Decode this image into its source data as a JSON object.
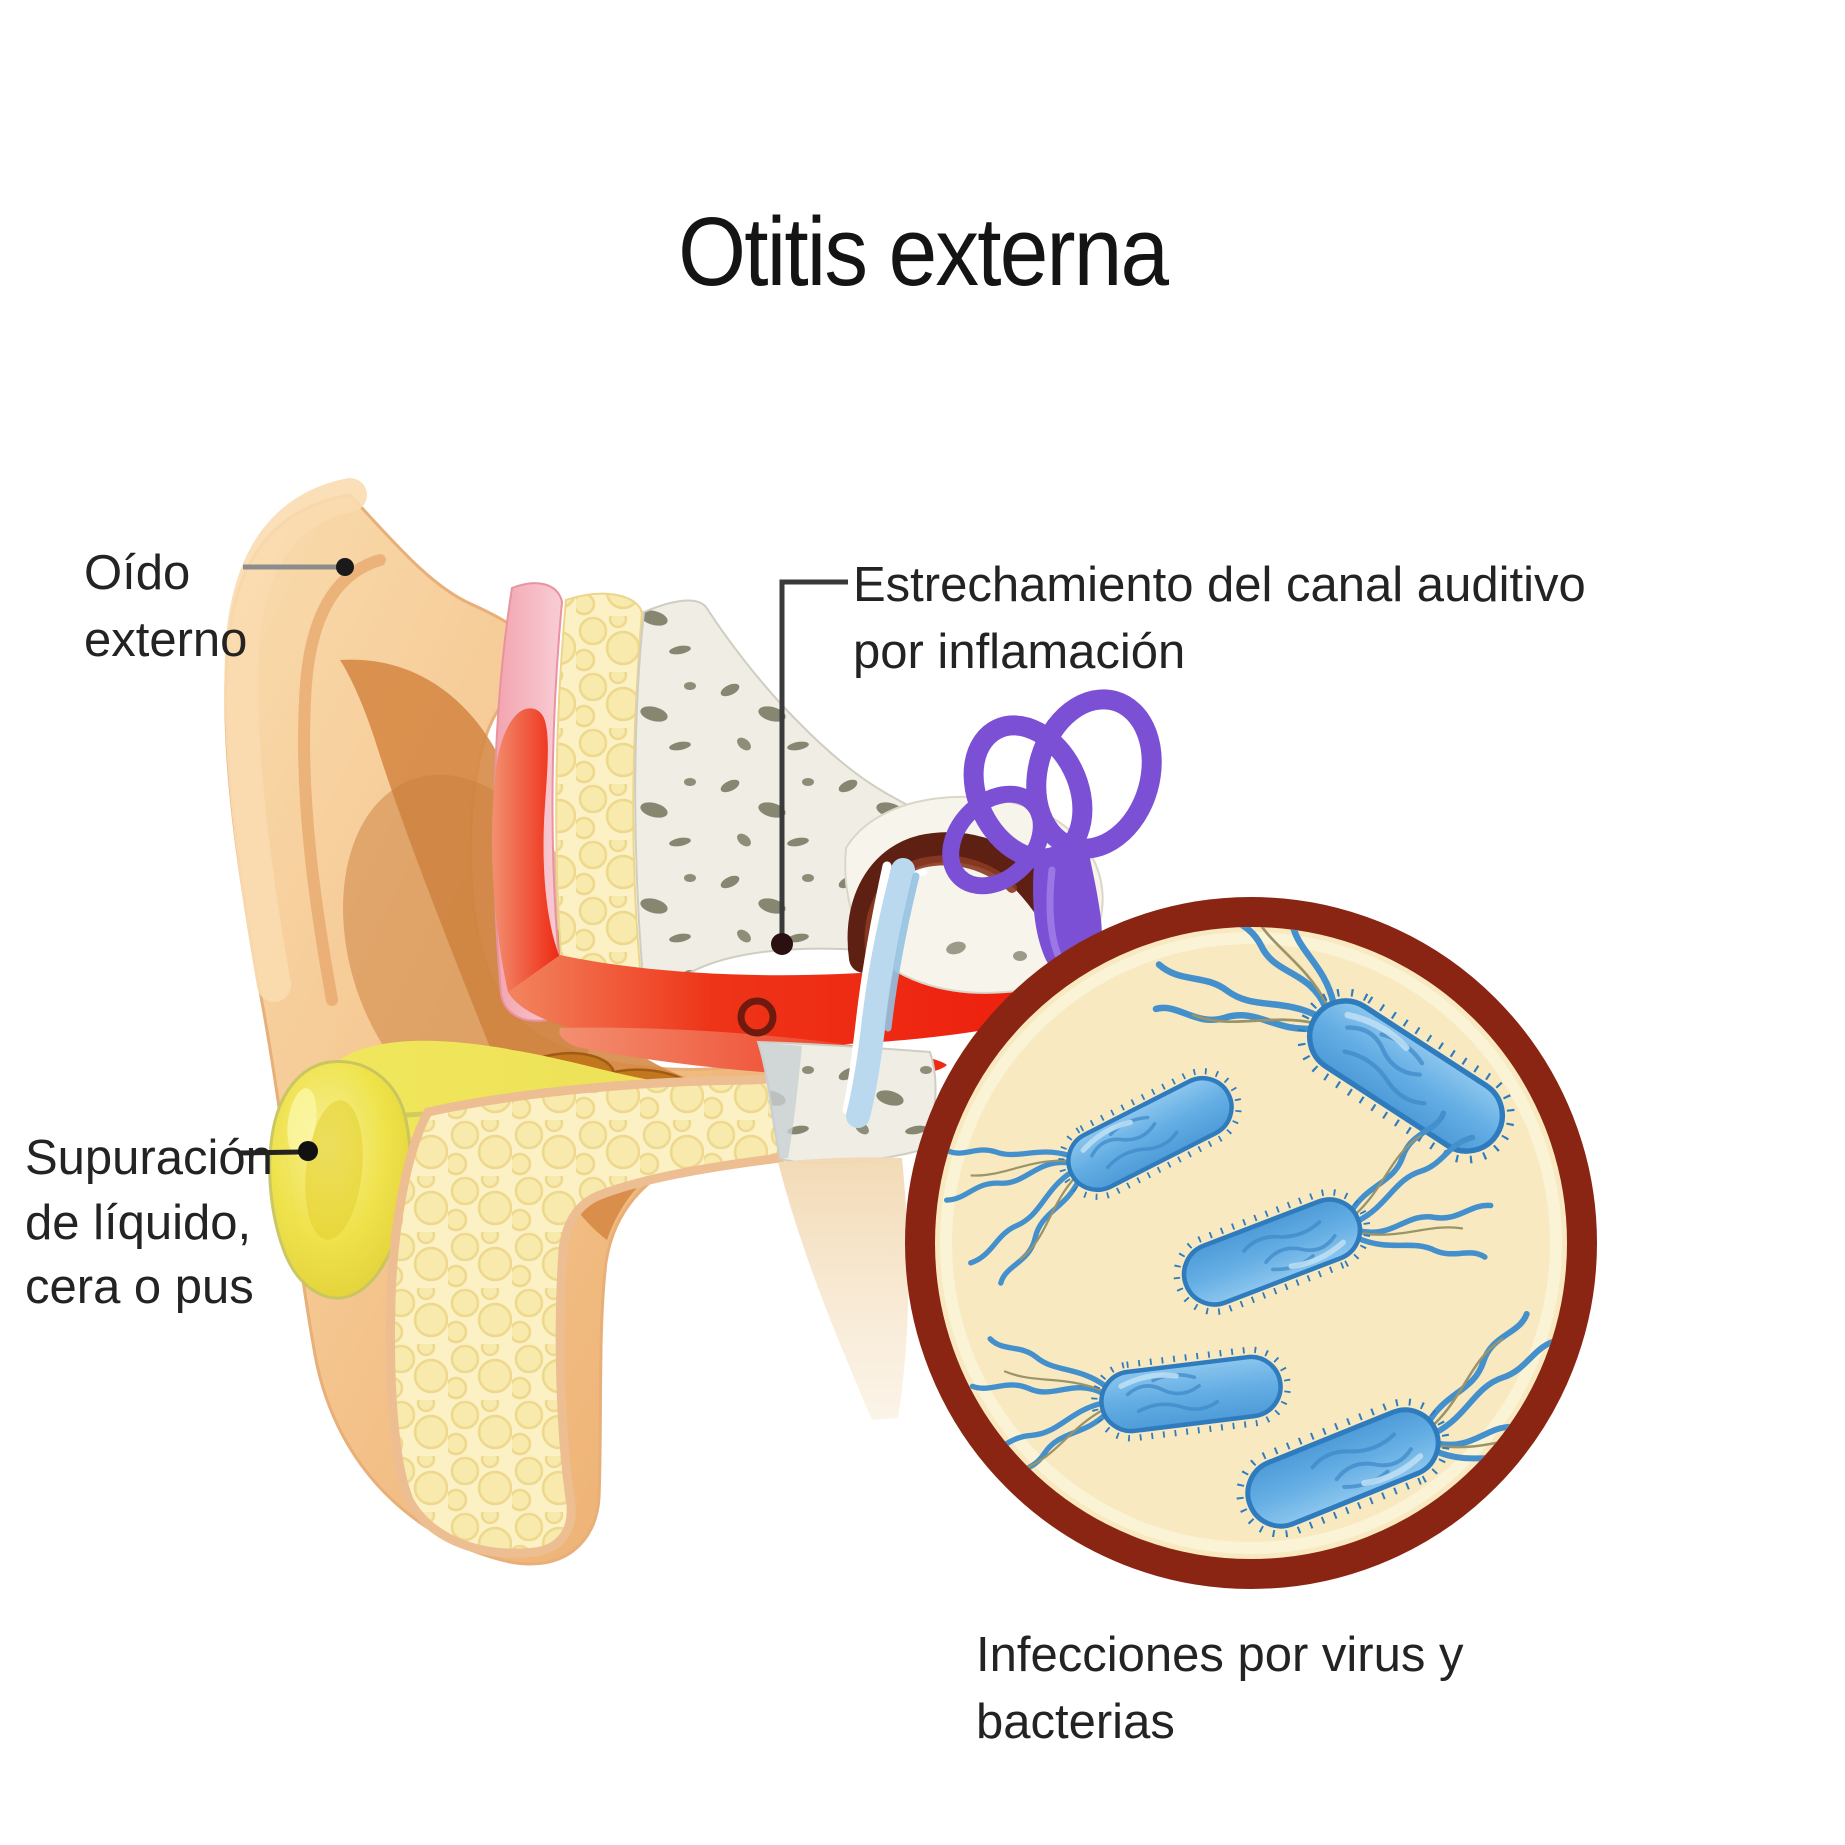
{
  "title": "Otitis externa",
  "labels": {
    "outer_ear": {
      "line1": "Oído",
      "line2": "externo"
    },
    "canal_narrowing": {
      "line1": "Estrechamiento del canal auditivo",
      "line2": "por inflamación"
    },
    "suppuration": {
      "line1": "Supuración",
      "line2": "de líquido,",
      "line3": "cera o pus"
    },
    "infections": {
      "line1": "Infecciones por virus y",
      "line2": "bacterias"
    }
  },
  "magnifier": {
    "bacteria_count": 5,
    "content": "rod-shaped bacteria with flagella"
  },
  "colors": {
    "background": "#ffffff",
    "text": "#232323",
    "skin_light": "#F8D3A0",
    "skin_deep": "#EFB377",
    "concha": "#D68A46",
    "fat_base": "#FBF1C4",
    "fat_outline": "#EDBE92",
    "bone": "#EFEDE4",
    "bone_speckle": "#75755D",
    "cartilage_pink": "#F2A3AE",
    "inflammation_red": "#ED1C0C",
    "inflammation_soft": "#F2855F",
    "wax_brown": "#C2761E",
    "wax_yellow": "#EFE34A",
    "eardrum_blue": "#BBD9EE",
    "ossicle_maroon": "#5E2013",
    "inner_ear_purple": "#7B50D5",
    "magnifier_border": "#8B2513",
    "magnifier_fill": "#F9E9C1",
    "bacteria_blue": "#64AEE4",
    "bacteria_outline": "#2E7CBE",
    "leader_line": "#3A3A3A"
  }
}
